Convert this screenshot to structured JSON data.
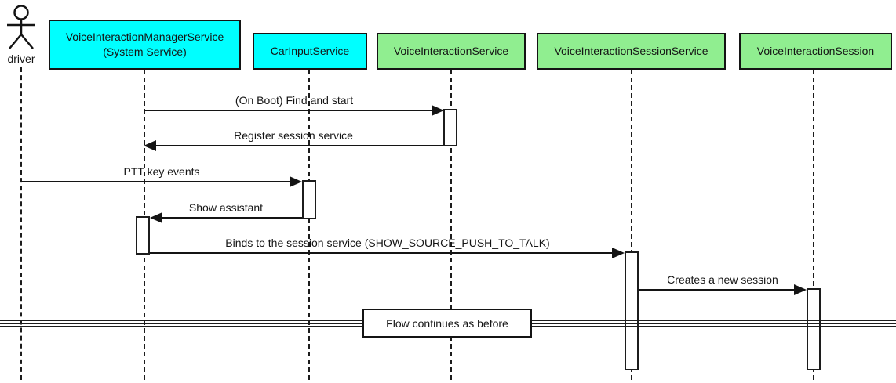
{
  "actor": {
    "label": "driver"
  },
  "participants": [
    {
      "label": "VoiceInteractionManagerService\n(System Service)",
      "fill": "#00FFFF"
    },
    {
      "label": "CarInputService",
      "fill": "#00FFFF"
    },
    {
      "label": "VoiceInteractionService",
      "fill": "#90EE90"
    },
    {
      "label": "VoiceInteractionSessionService",
      "fill": "#90EE90"
    },
    {
      "label": "VoiceInteractionSession",
      "fill": "#90EE90"
    }
  ],
  "messages": [
    {
      "label": "(On Boot) Find and start",
      "from": "VoiceInteractionManagerService (System Service)",
      "to": "VoiceInteractionService",
      "direction": "right"
    },
    {
      "label": "Register session service",
      "from": "VoiceInteractionService",
      "to": "VoiceInteractionManagerService (System Service)",
      "direction": "left"
    },
    {
      "label": "PTT key events",
      "from": "driver",
      "to": "CarInputService",
      "direction": "right"
    },
    {
      "label": "Show assistant",
      "from": "CarInputService",
      "to": "VoiceInteractionManagerService (System Service)",
      "direction": "left"
    },
    {
      "label": "Binds to the session service (SHOW_SOURCE_PUSH_TO_TALK)",
      "from": "VoiceInteractionManagerService (System Service)",
      "to": "VoiceInteractionSessionService",
      "direction": "right"
    },
    {
      "label": "Creates a new session",
      "from": "VoiceInteractionSessionService",
      "to": "VoiceInteractionSession",
      "direction": "right"
    }
  ],
  "divider": {
    "label": "Flow continues as before"
  },
  "colors": {
    "system_service_fill": "#00FFFF",
    "service_fill": "#90EE90",
    "line": "#141414",
    "background": "#FFFFFF"
  }
}
